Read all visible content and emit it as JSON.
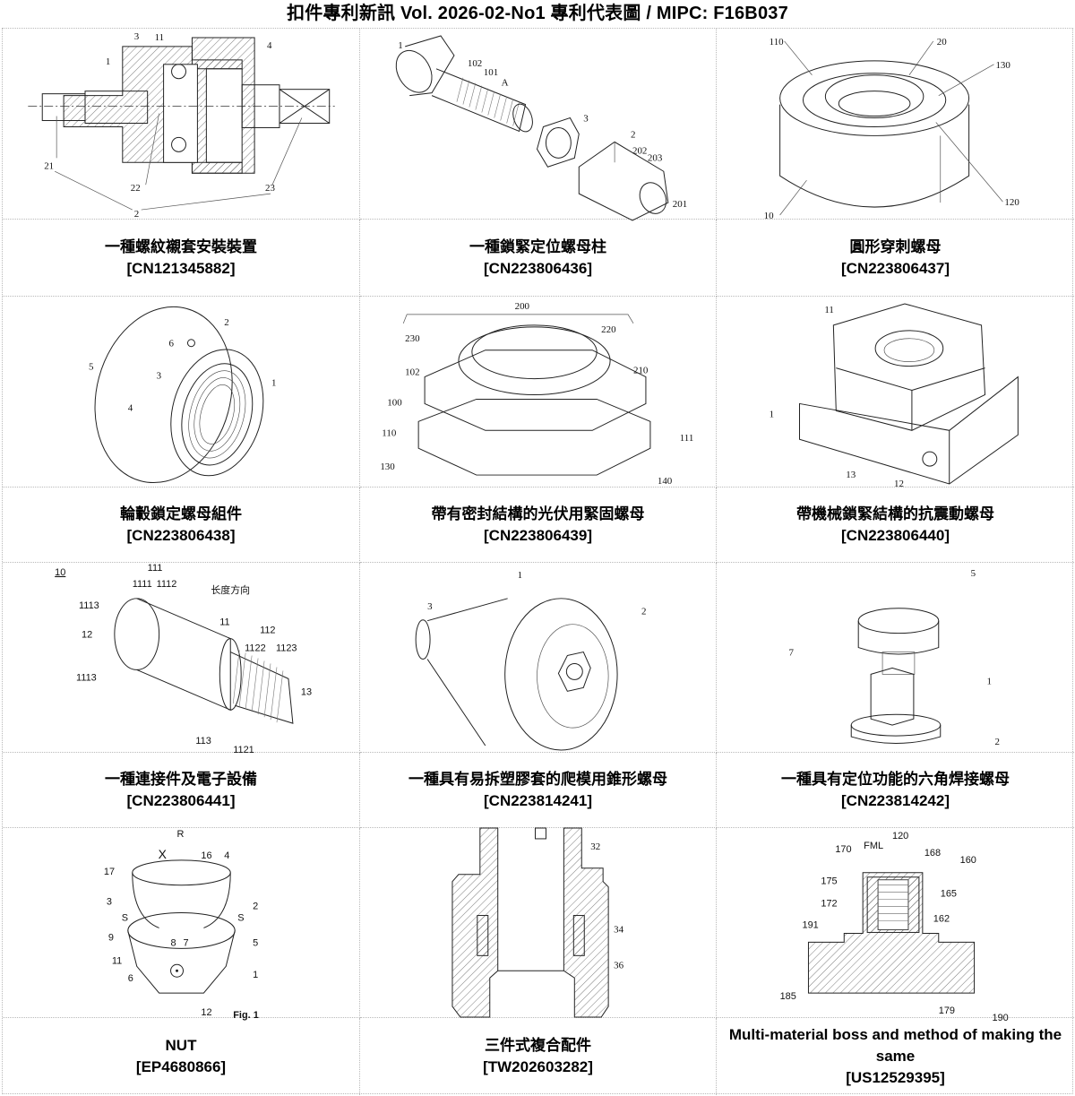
{
  "header": {
    "title": "扣件專利新訊  Vol. 2026-02-No1  專利代表圖  /  MIPC:  F16B037"
  },
  "patents": [
    {
      "title": "一種螺紋襯套安裝裝置",
      "number": "[CN121345882]",
      "figure": {
        "type": "cross-section drawing",
        "labels": [
          "1",
          "3",
          "11",
          "4",
          "21",
          "22",
          "23",
          "2"
        ]
      }
    },
    {
      "title": "一種鎖緊定位螺母柱",
      "number": "[CN223806436]",
      "figure": {
        "type": "exploded perspective drawing",
        "labels": [
          "1",
          "102",
          "101",
          "A",
          "3",
          "2",
          "202",
          "203",
          "201"
        ]
      }
    },
    {
      "title": "圓形穿刺螺母",
      "number": "[CN223806437]",
      "figure": {
        "type": "perspective drawing",
        "labels": [
          "110",
          "20",
          "130",
          "120",
          "10"
        ]
      }
    },
    {
      "title": "輪轂鎖定螺母組件",
      "number": "[CN223806438]",
      "figure": {
        "type": "perspective drawing",
        "labels": [
          "2",
          "6",
          "5",
          "3",
          "1",
          "4"
        ]
      }
    },
    {
      "title": "帶有密封結構的光伏用緊固螺母",
      "number": "[CN223806439]",
      "figure": {
        "type": "perspective drawing",
        "labels": [
          "200",
          "230",
          "220",
          "102",
          "210",
          "100",
          "110",
          "111",
          "130",
          "140"
        ]
      }
    },
    {
      "title": "帶機械鎖緊結構的抗震動螺母",
      "number": "[CN223806440]",
      "figure": {
        "type": "perspective drawing",
        "labels": [
          "11",
          "1",
          "13",
          "12"
        ]
      }
    },
    {
      "title": "一種連接件及電子設備",
      "number": "[CN223806441]",
      "figure": {
        "type": "perspective drawing",
        "labels": [
          "10",
          "111",
          "1111",
          "1112",
          "长度方向",
          "1113",
          "12",
          "11",
          "112",
          "1122",
          "1123",
          "1113",
          "13",
          "113",
          "1121"
        ]
      }
    },
    {
      "title": "一種具有易拆塑膠套的爬模用錐形螺母",
      "number": "[CN223814241]",
      "figure": {
        "type": "perspective drawing",
        "labels": [
          "1",
          "3",
          "2"
        ]
      }
    },
    {
      "title": "一種具有定位功能的六角焊接螺母",
      "number": "[CN223814242]",
      "figure": {
        "type": "perspective drawing",
        "labels": [
          "5",
          "7",
          "1",
          "2"
        ]
      }
    },
    {
      "title": "NUT",
      "number": "[EP4680866]",
      "figure": {
        "type": "perspective cutaway drawing",
        "labels": [
          "R",
          "X",
          "16",
          "4",
          "17",
          "3",
          "2",
          "S",
          "S",
          "9",
          "8",
          "7",
          "5",
          "11",
          "1",
          "6",
          "12",
          "Fig. 1"
        ]
      }
    },
    {
      "title": "三件式複合配件",
      "number": "[TW202603282]",
      "figure": {
        "type": "cross-section drawing",
        "labels": [
          "32",
          "34",
          "36"
        ]
      }
    },
    {
      "title": "Multi-material boss and method of making the same",
      "number": "[US12529395]",
      "figure": {
        "type": "cross-section drawing",
        "labels": [
          "120",
          "170",
          "FML",
          "168",
          "160",
          "175",
          "165",
          "172",
          "162",
          "191",
          "185",
          "179",
          "190"
        ]
      }
    }
  ]
}
